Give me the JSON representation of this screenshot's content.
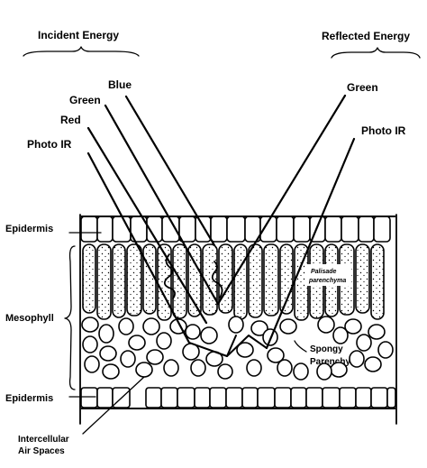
{
  "headers": {
    "incident": "Incident Energy",
    "reflected": "Reflected Energy"
  },
  "incident_rays": [
    "Blue",
    "Green",
    "Red",
    "Photo IR"
  ],
  "reflected_rays": [
    "Green",
    "Photo IR"
  ],
  "tissue_labels": {
    "upper_epidermis": "Epidermis",
    "mesophyll": "Mesophyll",
    "lower_epidermis": "Epidermis",
    "palisade_line1": "Palisade",
    "palisade_line2": "parenchyma",
    "spongy_line1": "Spongy",
    "spongy_line2": "Parenchyma",
    "air_line1": "Intercellular",
    "air_line2": "Air Spaces"
  }
}
